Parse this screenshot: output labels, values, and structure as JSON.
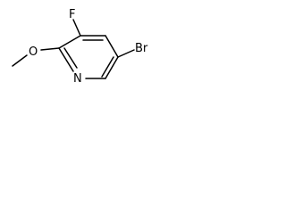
{
  "molecule": {
    "atoms": {
      "fluorine": "F",
      "bromine": "Br",
      "nitrogen": "N",
      "oxygen": "O"
    }
  }
}
